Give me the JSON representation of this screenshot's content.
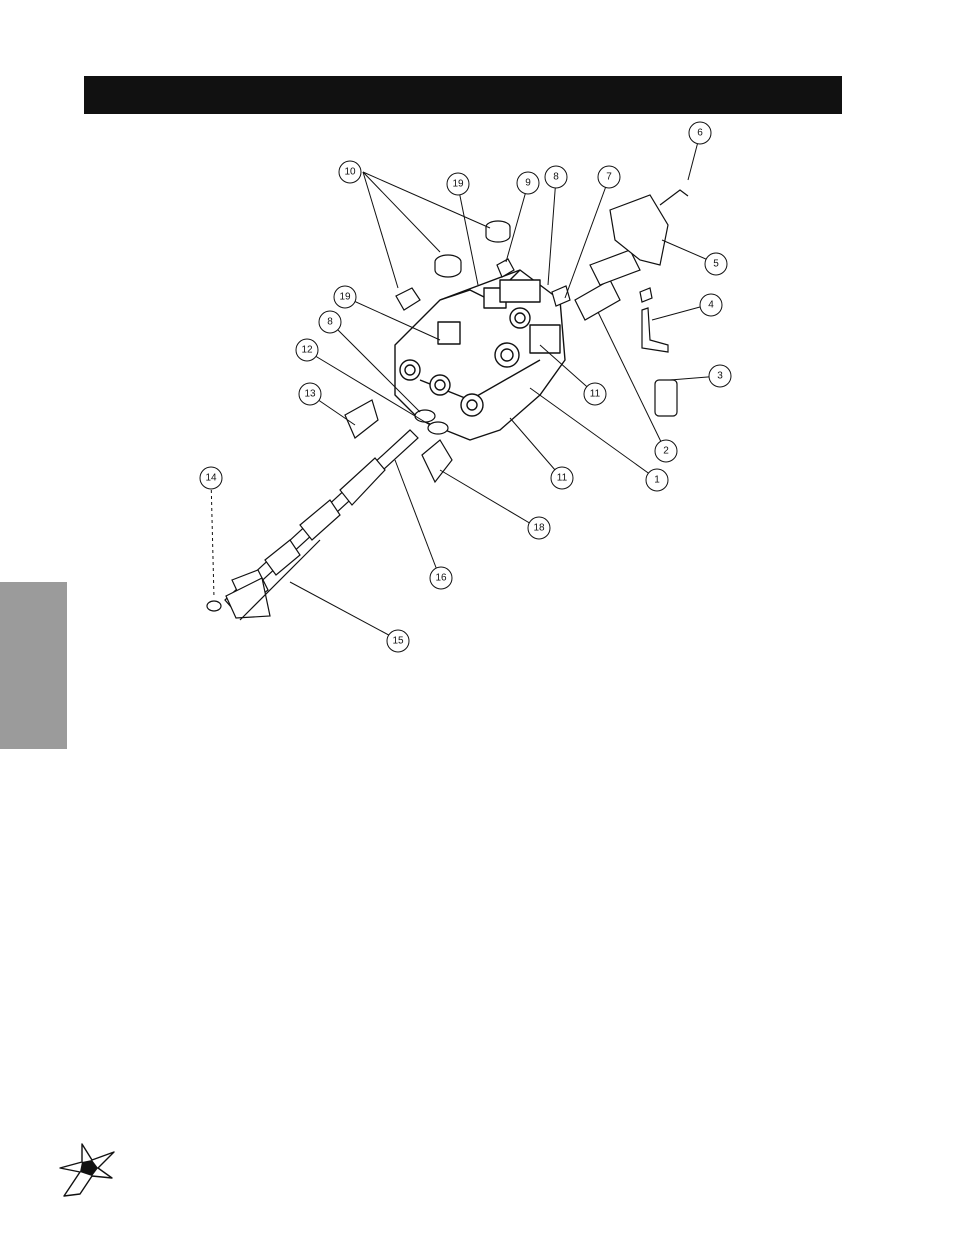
{
  "header": {
    "title": ""
  },
  "diagram": {
    "callouts": [
      {
        "label": "1"
      },
      {
        "label": "2"
      },
      {
        "label": "3"
      },
      {
        "label": "4"
      },
      {
        "label": "5"
      },
      {
        "label": "6"
      },
      {
        "label": "7"
      },
      {
        "label": "8"
      },
      {
        "label": "8"
      },
      {
        "label": "9"
      },
      {
        "label": "10"
      },
      {
        "label": "11"
      },
      {
        "label": "11"
      },
      {
        "label": "12"
      },
      {
        "label": "13"
      },
      {
        "label": "14"
      },
      {
        "label": "15"
      },
      {
        "label": "16"
      },
      {
        "label": "18"
      },
      {
        "label": "19"
      },
      {
        "label": "19"
      }
    ]
  },
  "logo": {
    "icon": "star-burst-logo-icon"
  },
  "colors": {
    "header_bar": "#111111",
    "side_tab": "#9b9b9b",
    "line": "#111111"
  }
}
